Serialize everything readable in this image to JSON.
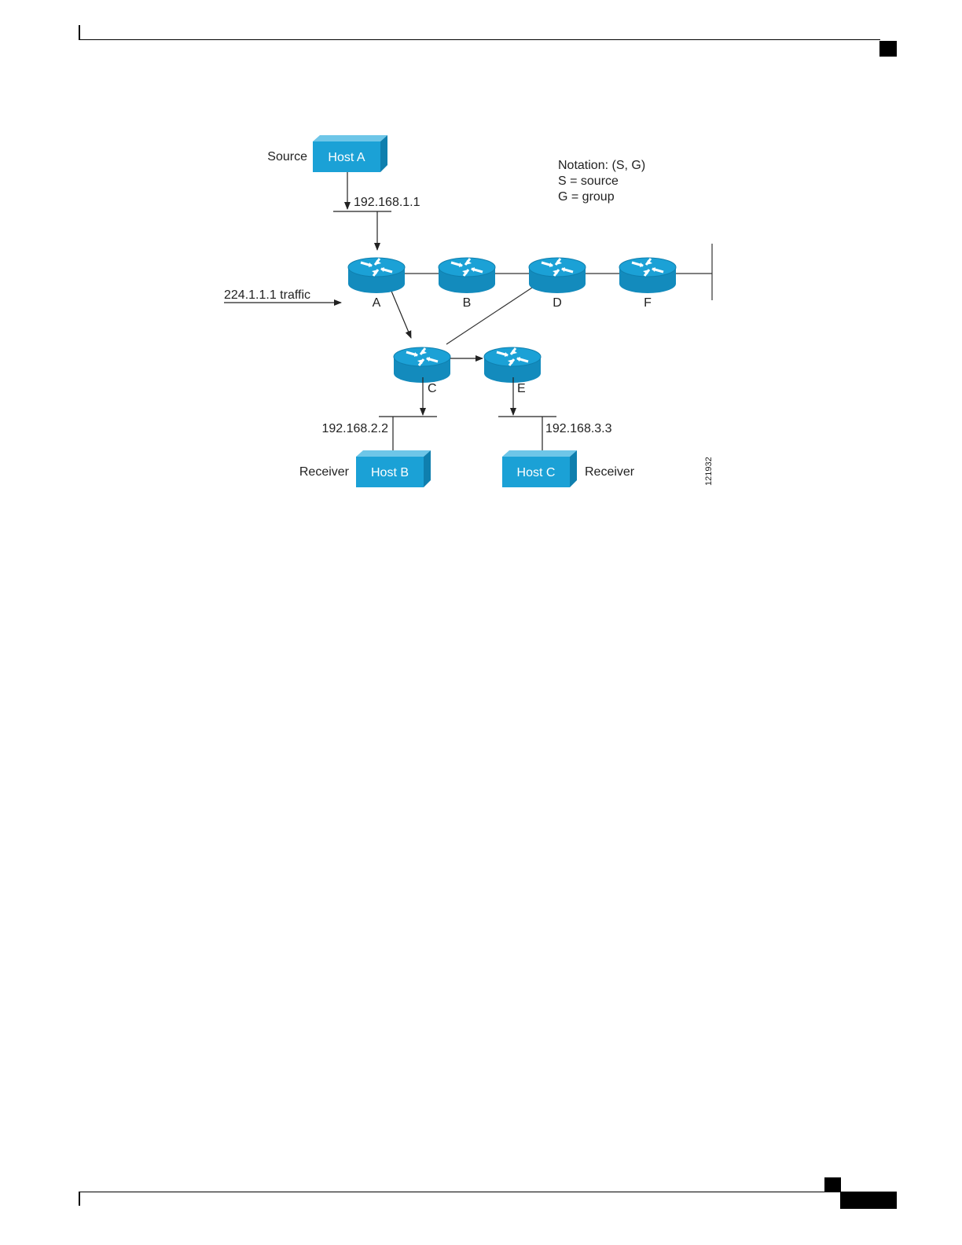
{
  "diagram": {
    "source_label": "Source",
    "host_a": "Host A",
    "host_b": "Host B",
    "host_c": "Host C",
    "receiver_b_label": "Receiver",
    "receiver_c_label": "Receiver",
    "ip_a": "192.168.1.1",
    "ip_b": "192.168.2.2",
    "ip_c": "192.168.3.3",
    "traffic_label": "224.1.1.1 traffic",
    "notation_title": "Notation: (S, G)",
    "notation_s": "S = source",
    "notation_g": "G = group",
    "router_a": "A",
    "router_b": "B",
    "router_c": "C",
    "router_d": "D",
    "router_e": "E",
    "router_f": "F",
    "figure_id": "121932"
  },
  "colors": {
    "host_fill": "#1ba1d6",
    "router_fill": "#1ba1d6"
  }
}
